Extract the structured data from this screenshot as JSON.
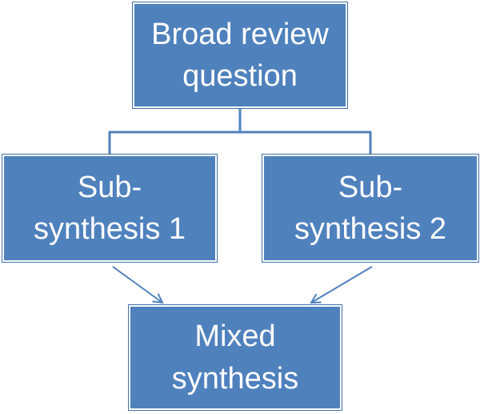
{
  "diagram": {
    "nodes": {
      "top": "Broad review\nquestion",
      "left": "Sub-\nsynthesis 1",
      "right": "Sub-\nsynthesis 2",
      "bottom": "Mixed\nsynthesis"
    },
    "colors": {
      "box_fill": "#4f81bd",
      "connector": "#4f81bd",
      "text": "#ffffff"
    }
  }
}
